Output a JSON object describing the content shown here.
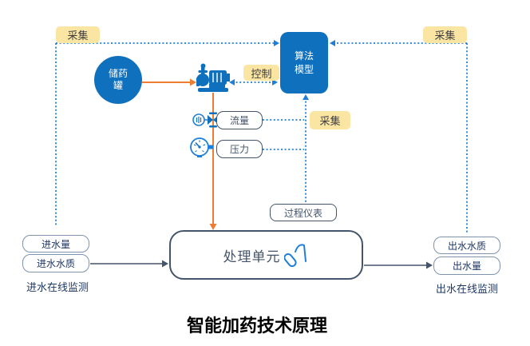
{
  "title": "智能加药技术原理",
  "labels": {
    "collect_top_left": "采集",
    "collect_top_right": "采集",
    "collect_middle": "采集",
    "control": "控制"
  },
  "nodes": {
    "storage_tank": "储药罐",
    "algorithm_model": "算法模型",
    "flow": "流量",
    "pressure": "压力",
    "process_instrument": "过程仪表",
    "treatment_unit": "处理单元"
  },
  "inlet": {
    "flow_label": "进水量",
    "quality_label": "进水水质",
    "caption": "进水在线监测"
  },
  "outlet": {
    "quality_label": "出水水质",
    "flow_label": "出水量",
    "caption": "出水在线监测"
  },
  "icons": {
    "pump": "dosing-pump-icon",
    "flow_meter": "flow-meter-icon",
    "pressure_gauge": "pressure-gauge-icon",
    "dosing": "dosing-nozzle-icon"
  },
  "colors": {
    "primary_blue": "#0F70BE",
    "dotted_blue": "#1E7FD8",
    "orange": "#ED7D31",
    "slate": "#44546A",
    "navy": "#1F3864",
    "label_yellow": "#FBE5A3"
  }
}
